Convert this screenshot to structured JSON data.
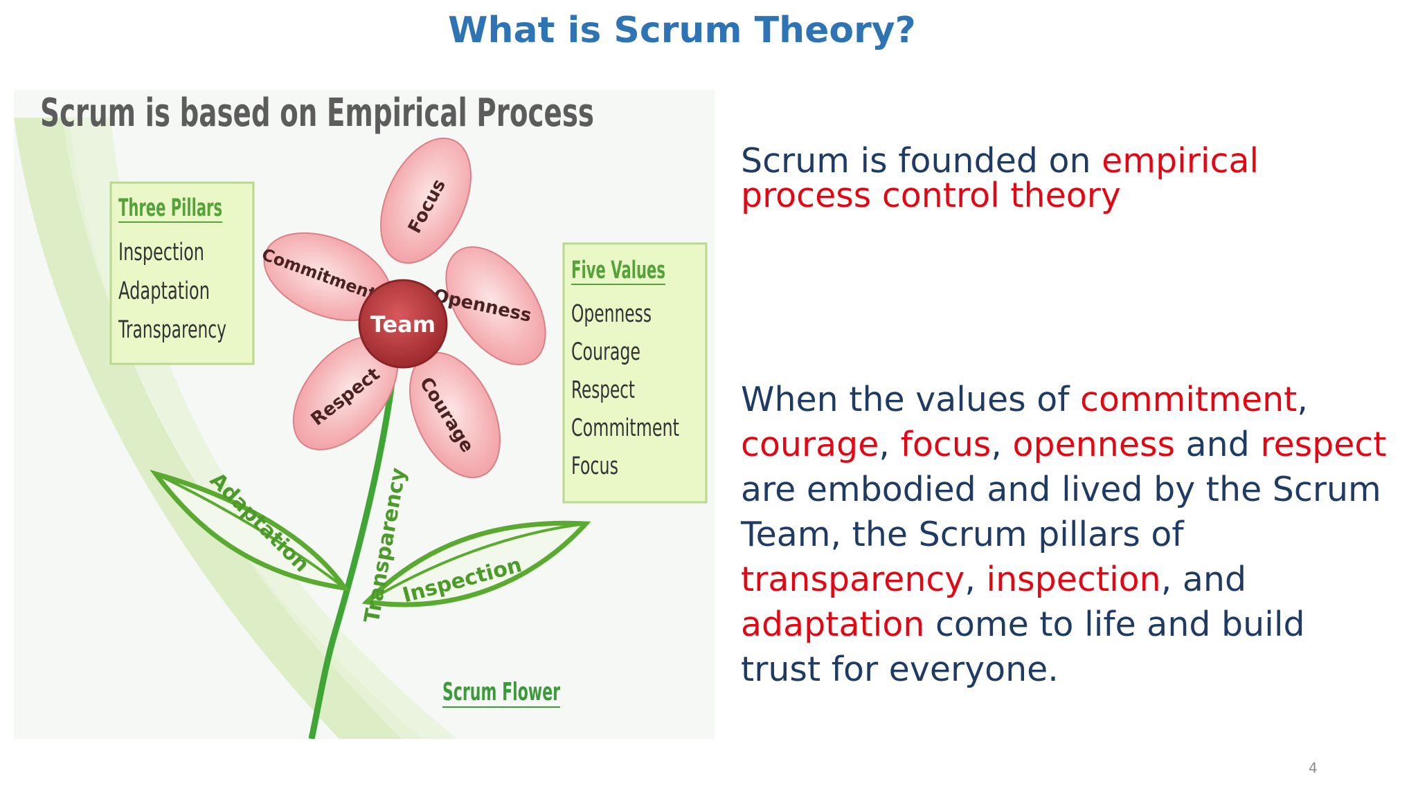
{
  "slide": {
    "title": "What is Scrum Theory?",
    "page_number": "4"
  },
  "figure": {
    "heading": "Scrum is based on Empirical Process",
    "pillars_box": {
      "title": "Three Pillars",
      "items": [
        "Inspection",
        "Adaptation",
        "Transparency"
      ]
    },
    "values_box": {
      "title": "Five Values",
      "items": [
        "Openness",
        "Courage",
        "Respect",
        "Commitment",
        "Focus"
      ]
    },
    "flower": {
      "center": "Team",
      "petals": [
        "Focus",
        "Commitment",
        "Openness",
        "Respect",
        "Courage"
      ],
      "stem_label": "Transparency",
      "leaf_left": "Adaptation",
      "leaf_right": "Inspection",
      "caption": "Scrum Flower"
    }
  },
  "text": {
    "p1": {
      "plain": "Scrum is founded on ",
      "highlight": "empirical process control theory"
    },
    "p2": {
      "s1": "When the values of ",
      "v1": "commitment",
      "s2": ", ",
      "v2": "courage",
      "s3": ", ",
      "v3": "focus",
      "s4": ", ",
      "v4": "openness",
      "s5": " and ",
      "v5": "respect",
      "s6": " are embodied and lived by the Scrum Team, the Scrum pillars of ",
      "p_1": "transparency",
      "s7": ", ",
      "p_2": "inspection",
      "s8": ", and ",
      "p_3": "adaptation",
      "s9": " come to life and build trust for everyone."
    }
  },
  "colors": {
    "title": "#2e74b5",
    "body": "#1f3b63",
    "highlight": "#e30613",
    "petal": "#f6b6b9",
    "team_center": "#b53337",
    "leaf_green": "#5aa930",
    "box_fill": "#eaf8c8"
  }
}
